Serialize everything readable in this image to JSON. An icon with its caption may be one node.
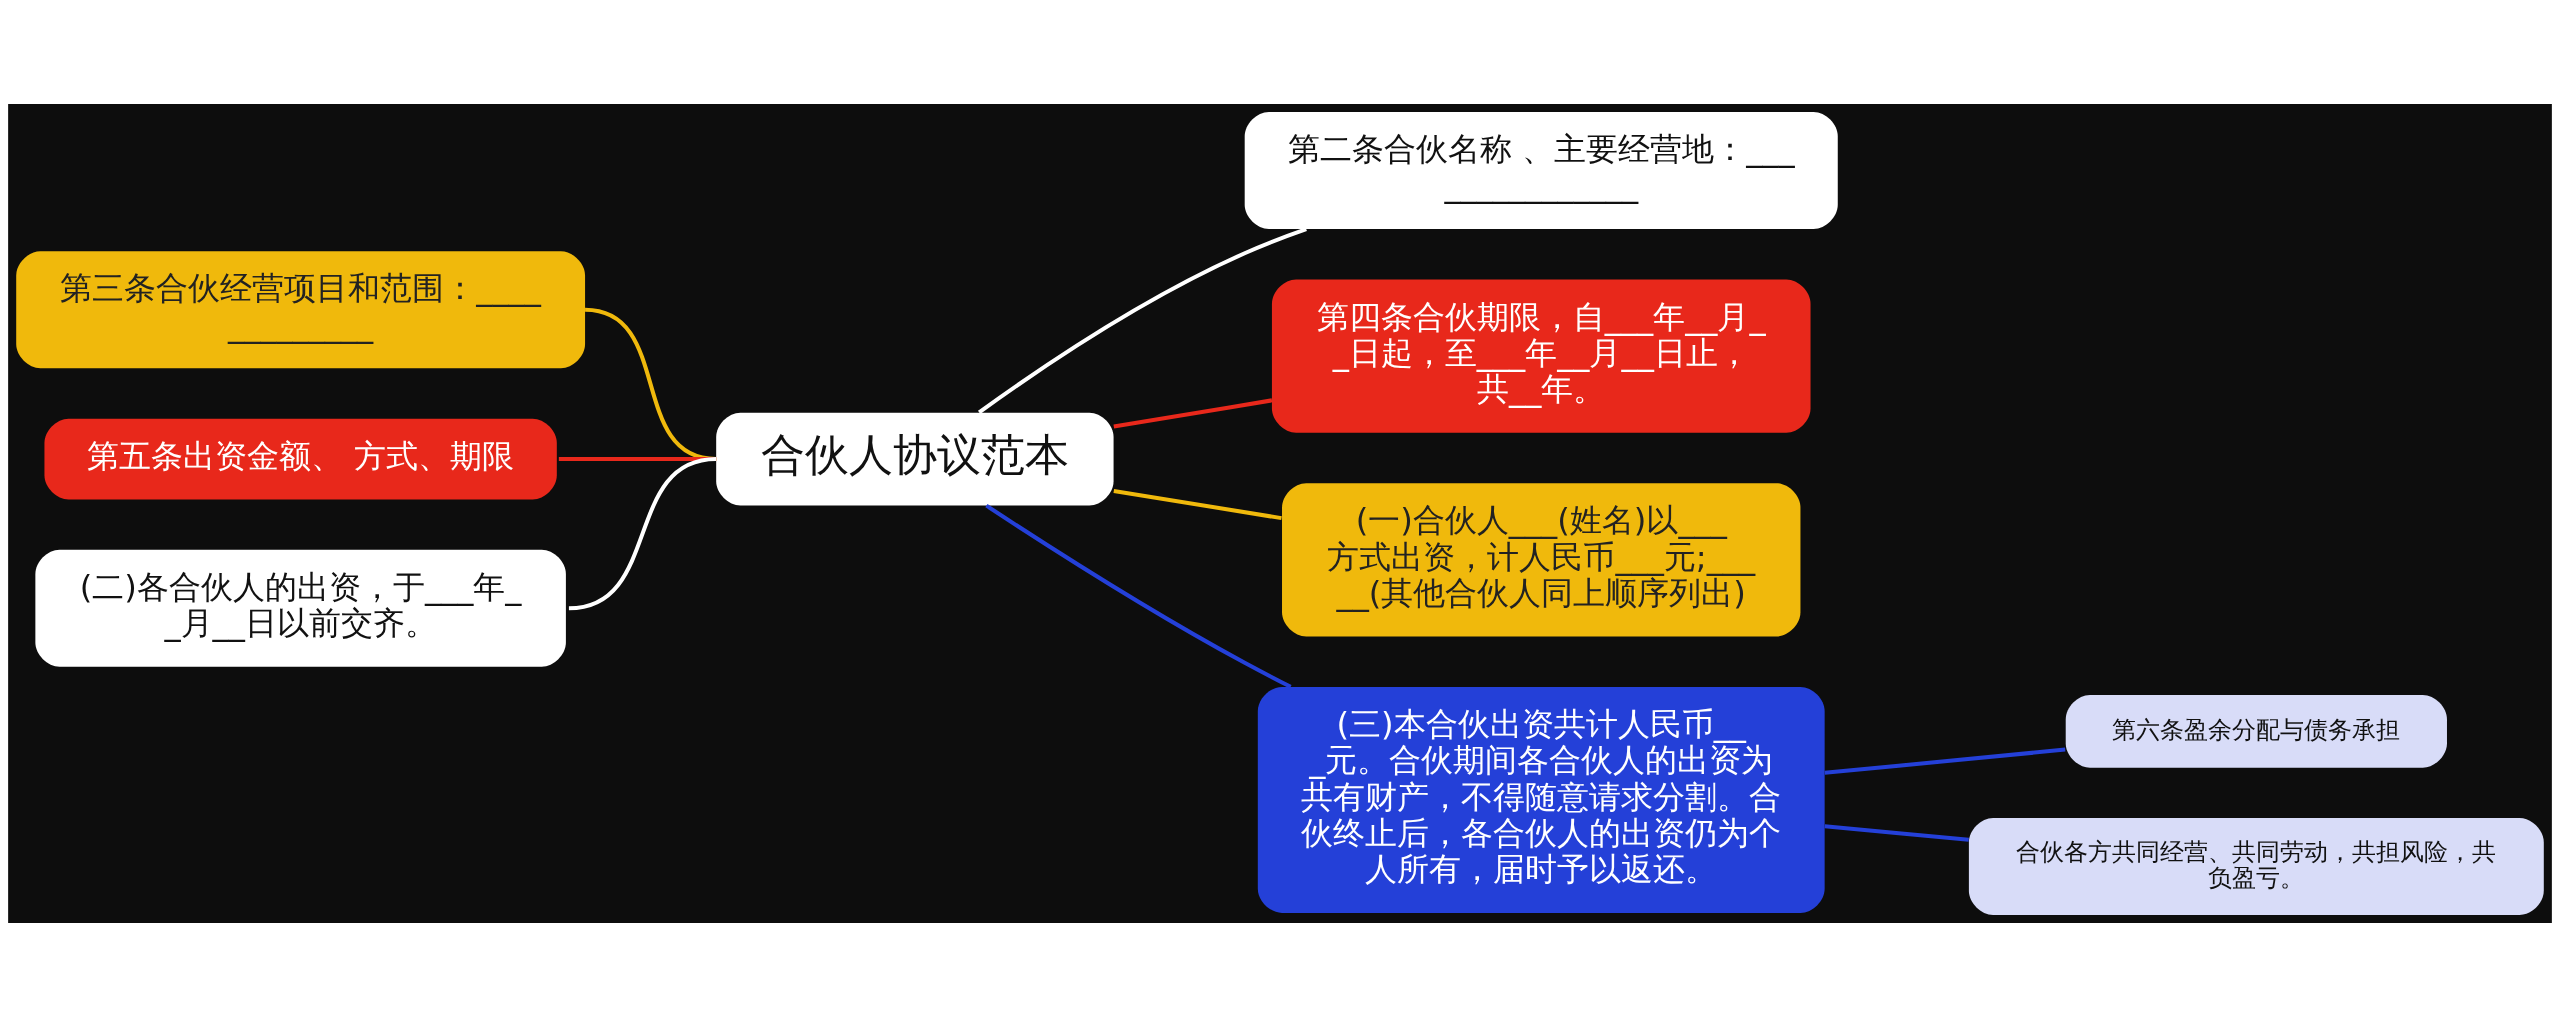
{
  "diagram": {
    "nodes": [
      {
        "text": [
          "合伙人协议范本"
        ]
      },
      {
        "text": [
          "第二条合伙名称 、主要经营地：_______________"
        ]
      },
      {
        "text": [
          "第四条合伙期限，自___年__月__日起，至___年__月__日止，共__年。"
        ]
      },
      {
        "text": [
          "(一)合伙人___(姓名)以___方式出资，计人民币___元;_____(其他合伙人同上顺序列出)"
        ]
      },
      {
        "text": [
          "(三)本合伙出资共计人民币___元。合伙期间各合伙人的出资为共有财产，不得随意请求分割。合伙终止后，各合伙人的出资仍为个人所有，届时予以返还。"
        ]
      },
      {
        "text": [
          "第六条盈余分配与债务承担"
        ]
      },
      {
        "text": [
          "合伙各方共同经营、共同劳动，共担风险，共负盈亏。"
        ]
      },
      {
        "text": [
          "第三条合伙经营项目和范围：_____________"
        ]
      },
      {
        "text": [
          "第五条出资金额、 方式、期限"
        ]
      },
      {
        "text": [
          "(二)各合伙人的出资，于___年__月__日以前交齐。"
        ]
      }
    ],
    "edges": [
      {
        "from": 0,
        "to": 1,
        "arrow": "none",
        "color": "#ffffff"
      },
      {
        "from": 0,
        "to": 2,
        "arrow": "none",
        "color": "#e8281b"
      },
      {
        "from": 0,
        "to": 3,
        "arrow": "none",
        "color": "#f0b90c"
      },
      {
        "from": 0,
        "to": 4,
        "arrow": "none"
      },
      {
        "from": 4,
        "to": 5,
        "arrow": "none"
      },
      {
        "from": 4,
        "to": 6,
        "arrow": "none"
      },
      {
        "from": 0,
        "to": 7,
        "arrow": "none",
        "color": "#f0b90c"
      },
      {
        "from": 0,
        "to": 8,
        "arrow": "none",
        "color": "#e8281b"
      },
      {
        "from": 0,
        "to": 9,
        "arrow": "none",
        "color": "#ffffff"
      }
    ]
  }
}
